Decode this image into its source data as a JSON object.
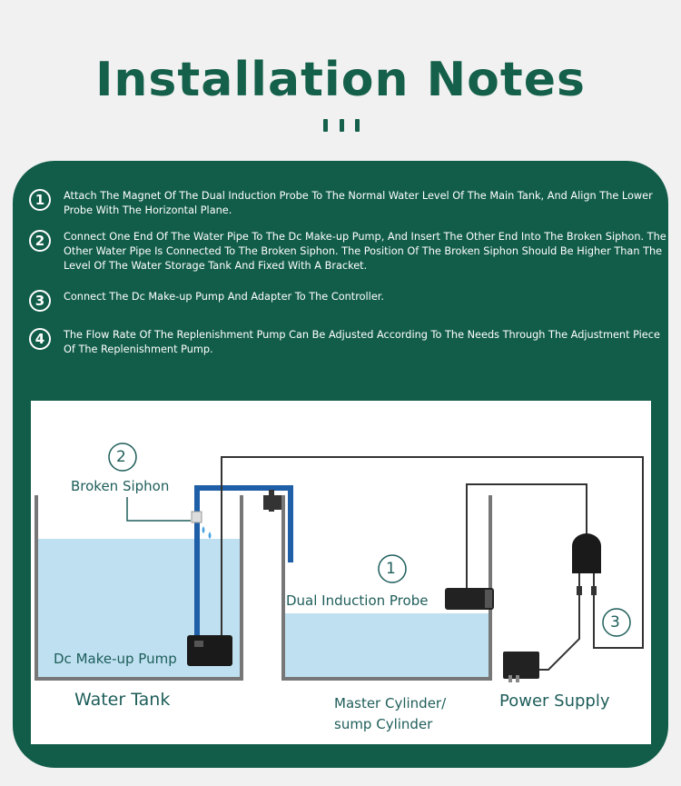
{
  "title": "Installation Notes",
  "notes": [
    {
      "num": "1",
      "text": "Attach The Magnet Of The Dual Induction Probe To The Normal Water Level Of The Main Tank, And Align The Lower Probe With The Horizontal Plane."
    },
    {
      "num": "2",
      "text": "Connect One End Of The Water Pipe To The Dc Make-up Pump, And Insert The Other End Into The Broken Siphon. The Other Water Pipe Is Connected To The Broken Siphon. The Position Of The Broken Siphon Should Be Higher Than The Level Of The Water Storage Tank And Fixed With A Bracket."
    },
    {
      "num": "3",
      "text": "Connect The Dc Make-up Pump And Adapter To The Controller."
    },
    {
      "num": "4",
      "text": "The Flow Rate Of The Replenishment Pump Can Be Adjusted According To The Needs Through The Adjustment Piece Of The Replenishment Pump."
    }
  ],
  "diagram": {
    "marker_siphon": "2",
    "label_siphon": "Broken Siphon",
    "label_pump": "Dc Make-up Pump",
    "label_water_tank": "Water Tank",
    "marker_probe": "1",
    "label_probe": "Dual Induction Probe",
    "label_master_line1": "Master Cylinder/",
    "label_master_line2": "sump Cylinder",
    "marker_power": "3",
    "label_power": "Power Supply"
  },
  "colors": {
    "brand_green": "#125d49",
    "title_green": "#15604a",
    "water": "#bfe0f1",
    "pipe_blue": "#1f5fa8",
    "label_teal": "#1e5e5a"
  }
}
